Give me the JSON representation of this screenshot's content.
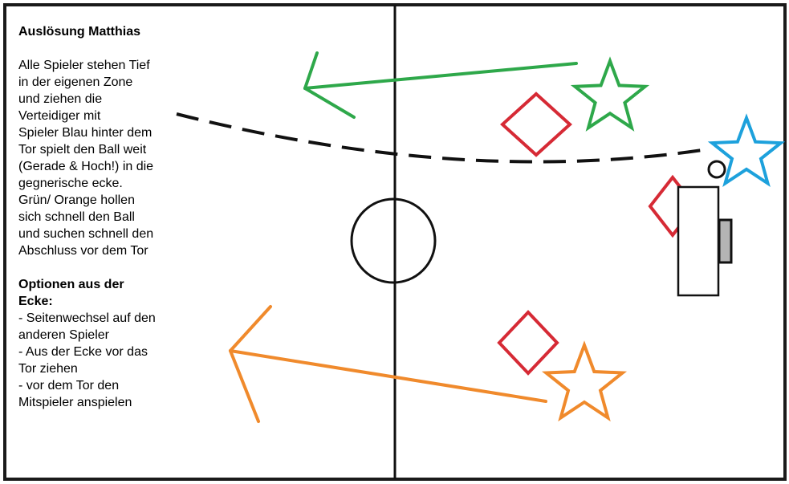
{
  "title": "Auslösung Matthias",
  "description_lines": [
    "Alle Spieler stehen Tief",
    "in der eigenen Zone",
    "und ziehen die",
    "Verteidiger mit",
    "Spieler Blau hinter dem",
    "Tor spielt den Ball weit",
    "(Gerade & Hoch!) in die",
    "gegnerische ecke.",
    "Grün/ Orange hollen",
    "sich schnell den Ball",
    "und suchen schnell den",
    "Abschluss vor dem Tor"
  ],
  "options_title_lines": [
    "Optionen aus der",
    "Ecke:"
  ],
  "options_lines": [
    "- Seitenwechsel auf den",
    "anderen Spieler",
    "- Aus der Ecke vor das",
    "Tor ziehen",
    "- vor dem Tor den",
    "Mitspieler anspielen"
  ],
  "colors": {
    "green": "#2ea84a",
    "orange": "#f08a2c",
    "blue": "#1da1dc",
    "red": "#d62a35",
    "goal_back": "#b4b4b4"
  }
}
